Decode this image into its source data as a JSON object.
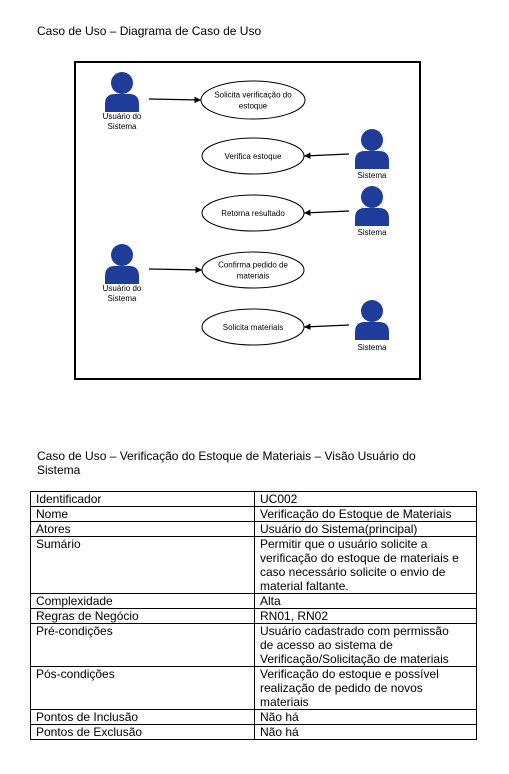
{
  "page": {
    "heading1": "Caso de Uso – Diagrama de Caso de Uso",
    "heading2_line1": "Caso de Uso – Verificação do Estoque de Materiais – Visão Usuário do",
    "heading2_line2": "Sistema"
  },
  "diagram": {
    "actors": [
      {
        "id": "actor-1",
        "label": [
          "Usuário do",
          "Sistema"
        ]
      },
      {
        "id": "actor-2",
        "label": [
          "Sistema"
        ]
      },
      {
        "id": "actor-3",
        "label": [
          "Sistema"
        ]
      },
      {
        "id": "actor-4",
        "label": [
          "Usuário do",
          "Sistema"
        ]
      },
      {
        "id": "actor-5",
        "label": [
          "Sistema"
        ]
      }
    ],
    "use_cases": [
      {
        "id": "uc-1",
        "label": [
          "Solicita verificação do",
          "estoque"
        ]
      },
      {
        "id": "uc-2",
        "label": [
          "Verifica estoque"
        ]
      },
      {
        "id": "uc-3",
        "label": [
          "Retorna resultado"
        ]
      },
      {
        "id": "uc-4",
        "label": [
          "Confirma pedido de",
          "materiais"
        ]
      },
      {
        "id": "uc-5",
        "label": [
          "Solicita materiais"
        ]
      }
    ],
    "colors": {
      "actor": "#1f3c9a",
      "frame": "#000000"
    }
  },
  "table": {
    "rows": [
      {
        "key": "Identificador",
        "value": [
          "UC002"
        ]
      },
      {
        "key": "Nome",
        "value": [
          "Verificação do Estoque de Materiais"
        ]
      },
      {
        "key": "Atores",
        "value": [
          "Usuário do Sistema(principal)"
        ]
      },
      {
        "key": "Sumário",
        "value": [
          "Permitir que o usuário solicite a",
          "verificação do estoque de materiais e",
          "caso necessário solicite o envio de",
          "material faltante."
        ]
      },
      {
        "key": "Complexidade",
        "value": [
          "Alta"
        ]
      },
      {
        "key": "Regras de Negócio",
        "value": [
          "RN01, RN02"
        ]
      },
      {
        "key": "Pré-condições",
        "value": [
          "Usuário cadastrado com permissão",
          "de acesso ao sistema de",
          "Verificação/Solicitação de materiais"
        ]
      },
      {
        "key": "Pós-condições",
        "value": [
          "Verificação do estoque e possível",
          "realização de pedido de novos",
          "materiais"
        ]
      },
      {
        "key": "Pontos de Inclusão",
        "value": [
          "Não há"
        ]
      },
      {
        "key": "Pontos de Exclusão",
        "value": [
          "Não há"
        ]
      }
    ]
  }
}
